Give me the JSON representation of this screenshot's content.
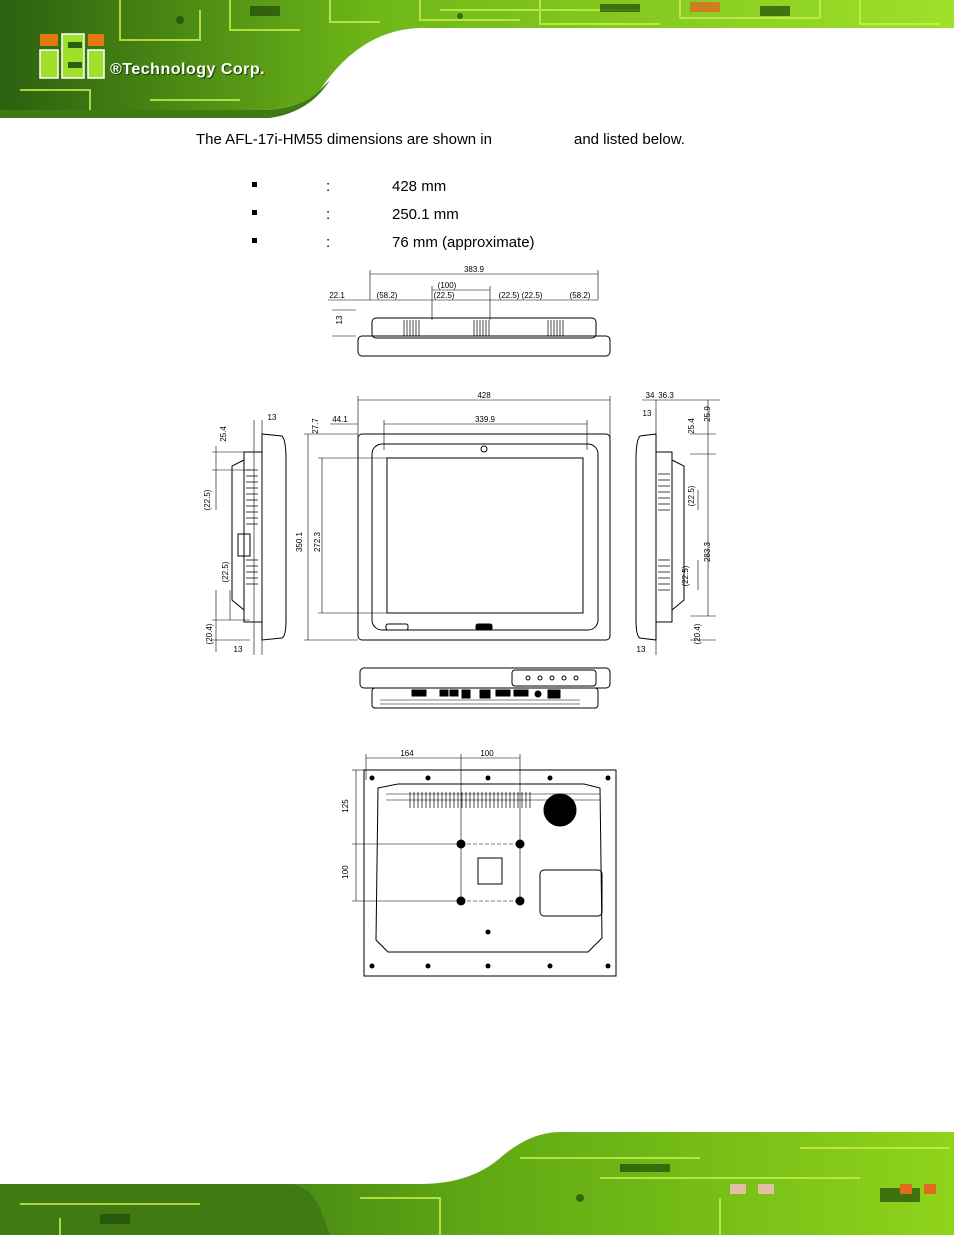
{
  "header": {
    "company": "®Technology Corp."
  },
  "intro": {
    "before": "The AFL-17i-HM55 dimensions are shown in",
    "after": "and listed below."
  },
  "specs": [
    {
      "label": "",
      "value": "428 mm"
    },
    {
      "label": "",
      "value": "250.1 mm"
    },
    {
      "label": "",
      "value": "76 mm (approximate)"
    }
  ],
  "drawing": {
    "top_view": [
      "383.9",
      "22.1",
      "(58.2)",
      "(100)",
      "(22.5)",
      "(22.5)",
      "(22.5)",
      "(58.2)",
      "13"
    ],
    "front_view": [
      "428",
      "27.7",
      "44.1",
      "339.9",
      "350.1",
      "272.3"
    ],
    "left_view": [
      "13",
      "25.4",
      "(22.5)",
      "(22.5)",
      "(20.4)",
      "13"
    ],
    "right_view": [
      "34",
      "36.3",
      "13",
      "25.4",
      "25.9",
      "(22.5)",
      "283.3",
      "(22.5)",
      "(20.4)",
      "13"
    ],
    "rear_view": [
      "164",
      "100",
      "125",
      "100"
    ]
  },
  "colors": {
    "board_green": "#8fd41a",
    "board_dark": "#1f4a08",
    "trace": "#c8f04a"
  }
}
